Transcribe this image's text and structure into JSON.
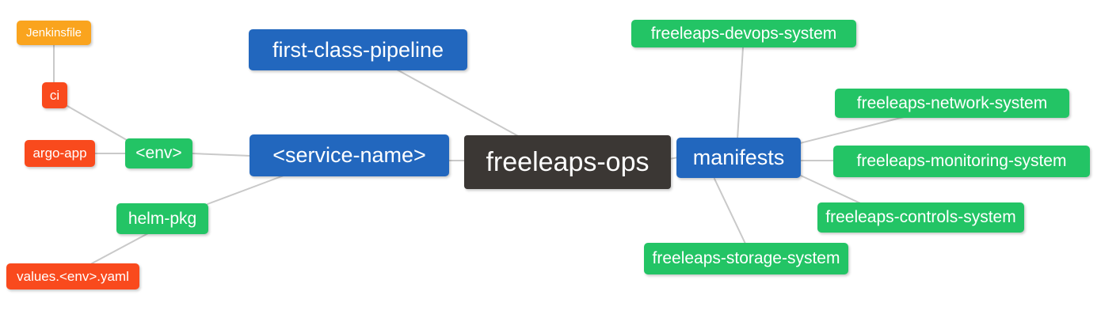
{
  "diagram": {
    "type": "mindmap",
    "root": {
      "label": "freeleaps-ops"
    },
    "nodes": {
      "jenkinsfile": {
        "label": "Jenkinsfile",
        "color": "#faa41e",
        "depth": 4
      },
      "ci": {
        "label": "ci",
        "color": "#f94a1d",
        "depth": 3
      },
      "argo_app": {
        "label": "argo-app",
        "color": "#f94a1d",
        "depth": 3
      },
      "env": {
        "label": "<env>",
        "color": "#23c465",
        "depth": 2
      },
      "helm_pkg": {
        "label": "helm-pkg",
        "color": "#23c465",
        "depth": 2
      },
      "values_yaml": {
        "label": "values.<env>.yaml",
        "color": "#f94a1d",
        "depth": 3
      },
      "pipeline": {
        "label": "first-class-pipeline",
        "color": "#2267be",
        "depth": 1
      },
      "service_name": {
        "label": "<service-name>",
        "color": "#2267be",
        "depth": 1
      },
      "freeleaps_ops": {
        "label": "freeleaps-ops",
        "color": "#3b3734",
        "depth": 0
      },
      "manifests": {
        "label": "manifests",
        "color": "#2267be",
        "depth": 1
      },
      "devops": {
        "label": "freeleaps-devops-system",
        "color": "#23c465",
        "depth": 2
      },
      "network": {
        "label": "freeleaps-network-system",
        "color": "#23c465",
        "depth": 2
      },
      "monitoring": {
        "label": "freeleaps-monitoring-system",
        "color": "#23c465",
        "depth": 2
      },
      "controls": {
        "label": "freeleaps-controls-system",
        "color": "#23c465",
        "depth": 2
      },
      "storage": {
        "label": "freeleaps-storage-system",
        "color": "#23c465",
        "depth": 2
      }
    },
    "edges": [
      {
        "from": "jenkinsfile",
        "to": "ci"
      },
      {
        "from": "ci",
        "to": "env"
      },
      {
        "from": "argo_app",
        "to": "env"
      },
      {
        "from": "env",
        "to": "service_name"
      },
      {
        "from": "helm_pkg",
        "to": "service_name"
      },
      {
        "from": "values_yaml",
        "to": "helm_pkg"
      },
      {
        "from": "pipeline",
        "to": "freeleaps_ops"
      },
      {
        "from": "service_name",
        "to": "freeleaps_ops"
      },
      {
        "from": "freeleaps_ops",
        "to": "manifests"
      },
      {
        "from": "manifests",
        "to": "devops"
      },
      {
        "from": "manifests",
        "to": "network"
      },
      {
        "from": "manifests",
        "to": "monitoring"
      },
      {
        "from": "manifests",
        "to": "controls"
      },
      {
        "from": "manifests",
        "to": "storage"
      }
    ],
    "colors": {
      "root_background": "#3b3734",
      "depth1_blue": "#2267be",
      "depth2_green": "#23c465",
      "depth3_red": "#f94a1d",
      "depth4_orange": "#faa41e",
      "edge_line": "#c9c9c9",
      "node_text": "#ffffff",
      "page_background": "#ffffff"
    }
  }
}
